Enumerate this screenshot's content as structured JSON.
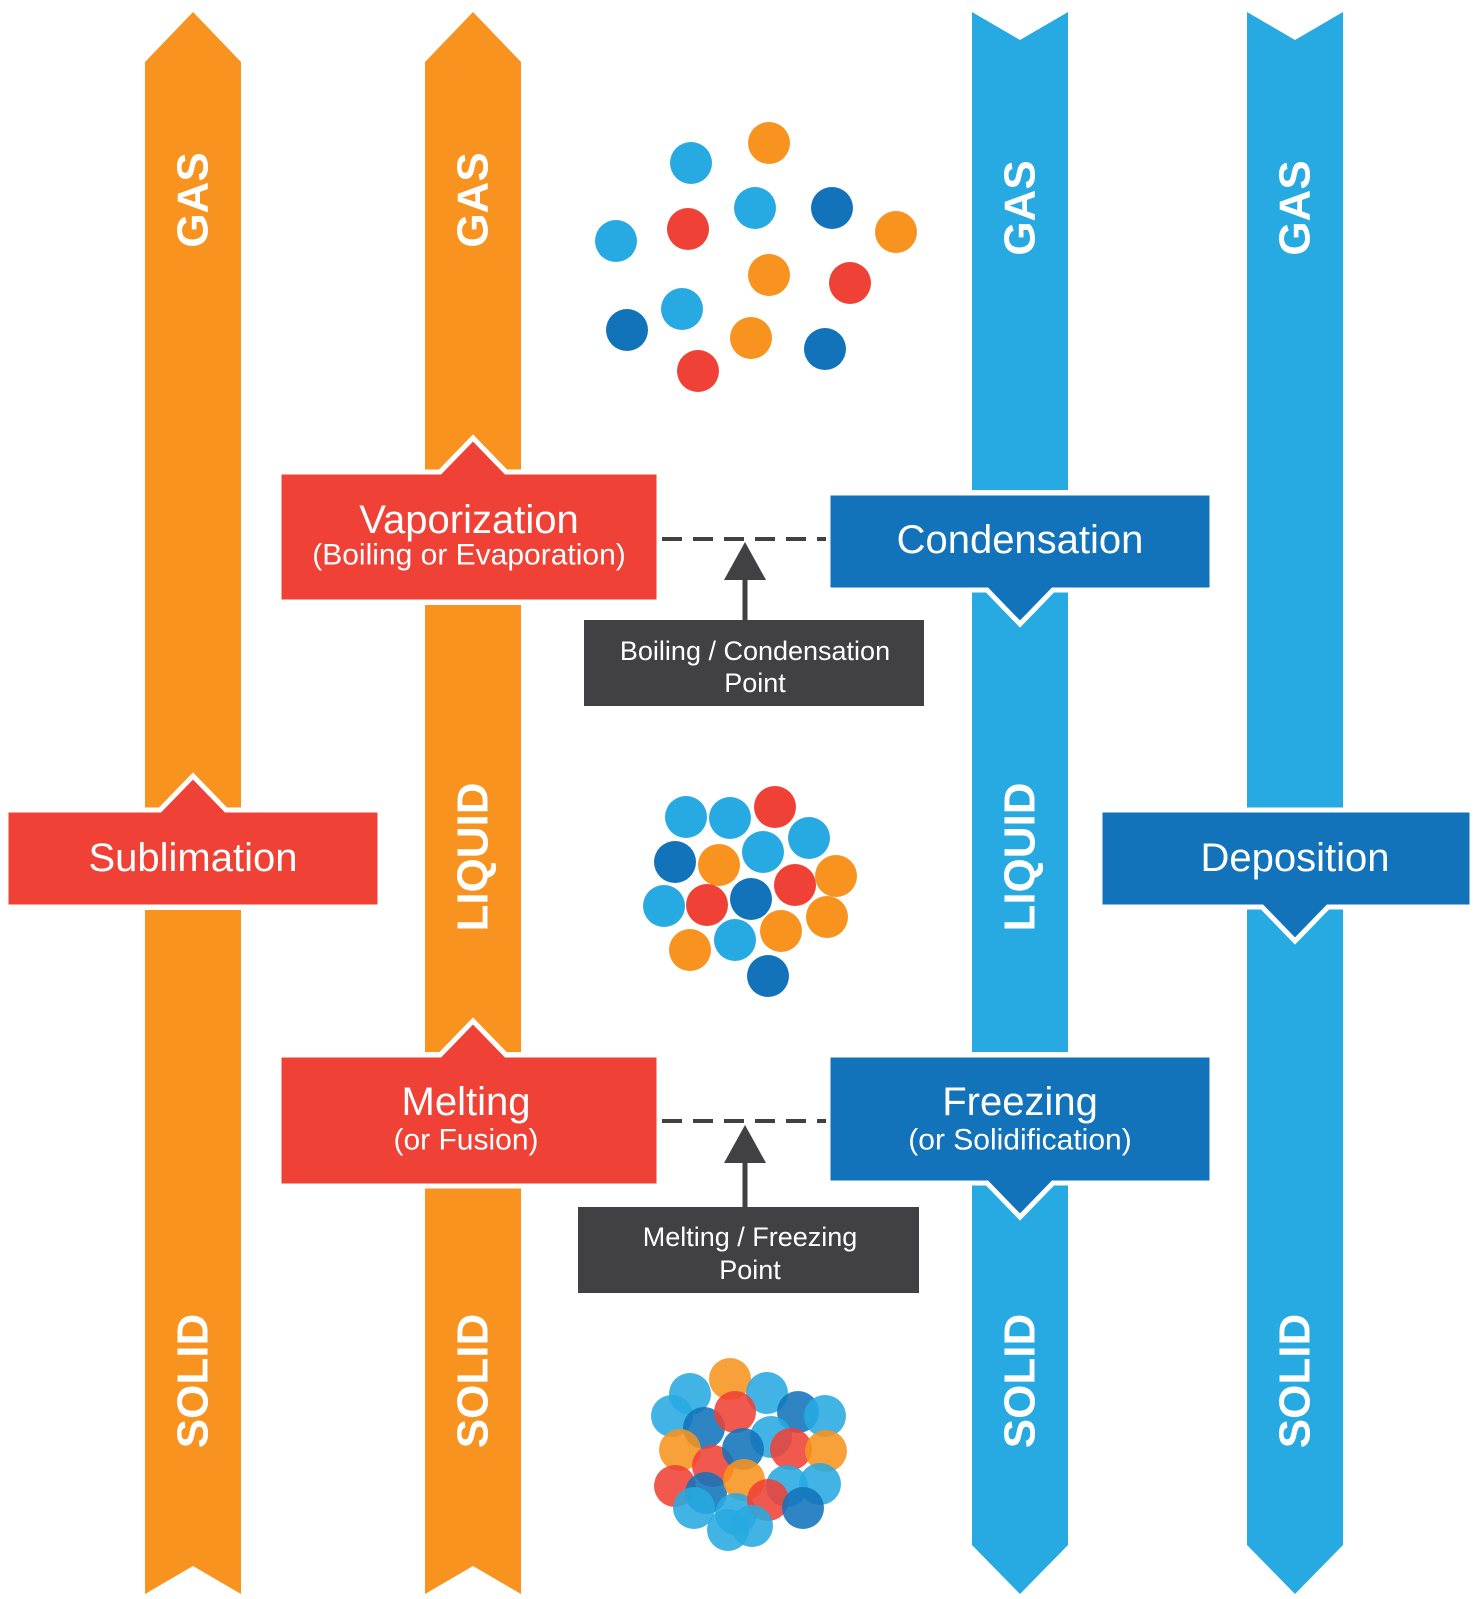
{
  "colors": {
    "orange": "#F7931E",
    "red": "#EF4136",
    "light_blue": "#27AAE1",
    "dark_blue": "#1273BB",
    "dark_gray": "#414042",
    "white": "#FFFFFF"
  },
  "columns": [
    {
      "id": "sublimation-column",
      "color": "orange",
      "gas": "GAS",
      "liquid": "",
      "solid": "SOLID"
    },
    {
      "id": "vaporization-melting-column",
      "color": "orange",
      "gas": "GAS",
      "liquid": "LIQUID",
      "solid": "SOLID"
    },
    {
      "id": "condensation-freezing-column",
      "color": "light_blue",
      "gas": "GAS",
      "liquid": "LIQUID",
      "solid": "SOLID"
    },
    {
      "id": "deposition-column",
      "color": "light_blue",
      "gas": "GAS",
      "liquid": "",
      "solid": "SOLID"
    }
  ],
  "processes": {
    "sublimation": {
      "title": "Sublimation"
    },
    "vaporization": {
      "title": "Vaporization",
      "subtitle": "(Boiling or Evaporation)"
    },
    "condensation": {
      "title": "Condensation"
    },
    "melting": {
      "title": "Melting",
      "subtitle": "(or Fusion)"
    },
    "freezing": {
      "title": "Freezing",
      "subtitle": "(or Solidification)"
    },
    "deposition": {
      "title": "Deposition"
    }
  },
  "points": {
    "boiling": {
      "line1": "Boiling / Condensation",
      "line2": "Point"
    },
    "melting": {
      "line1": "Melting / Freezing",
      "line2": "Point"
    }
  },
  "particle_states": [
    "gas-particles",
    "liquid-particles",
    "solid-particles"
  ]
}
